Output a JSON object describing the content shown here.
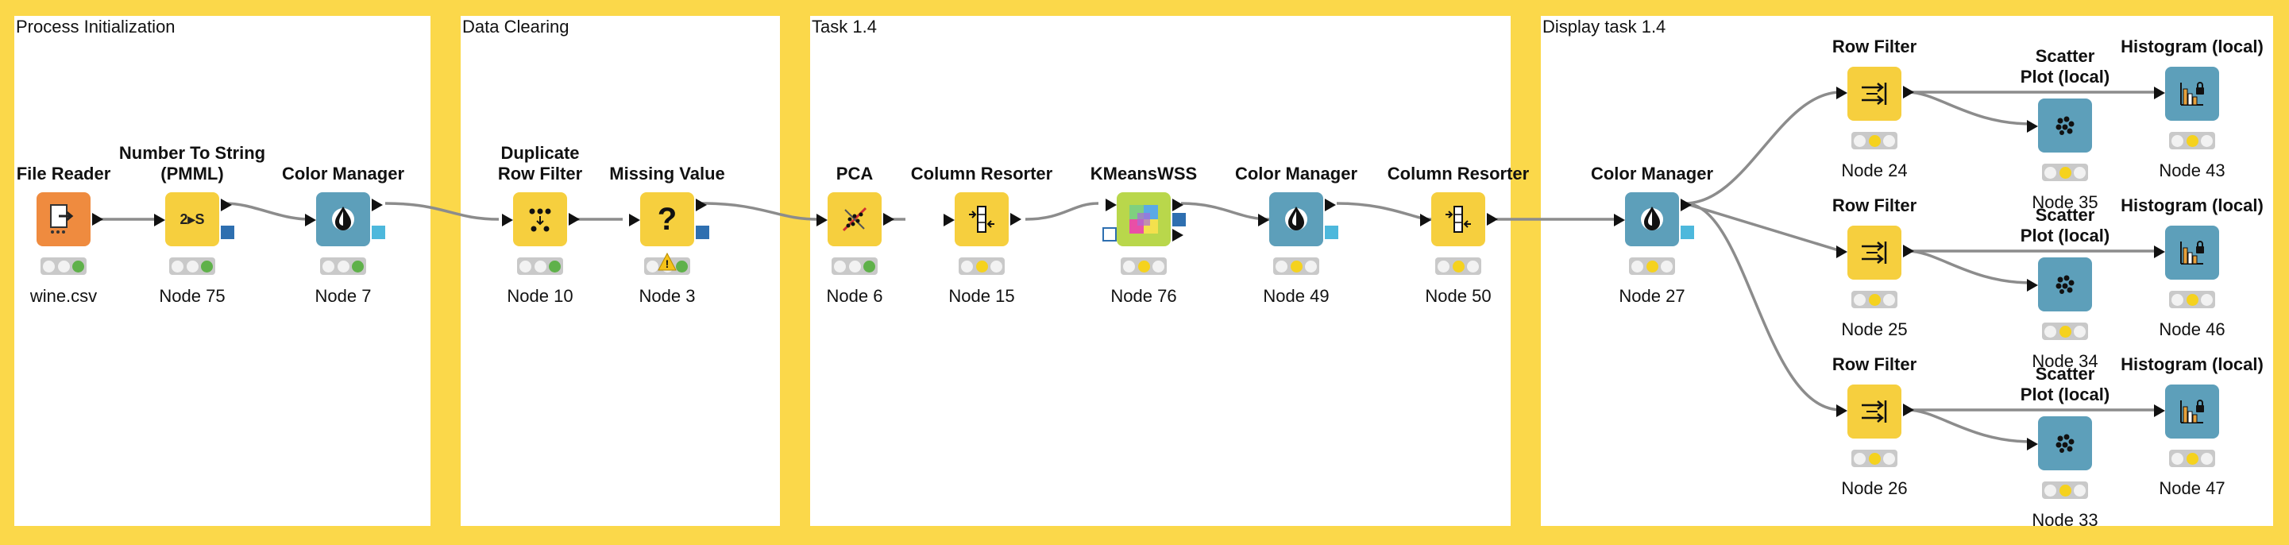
{
  "workflow": {
    "annotations": [
      {
        "id": "a1",
        "title": "Process Initialization"
      },
      {
        "id": "a2",
        "title": "Data Clearing"
      },
      {
        "id": "a3",
        "title": "Task 1.4"
      },
      {
        "id": "a4",
        "title": "Display task 1.4"
      }
    ],
    "nodes": [
      {
        "id": "n_filereader",
        "title": "File Reader",
        "label": "wine.csv",
        "status": "green",
        "type": "source",
        "color": "#ef8b3f"
      },
      {
        "id": "n75",
        "title": "Number To String (PMML)",
        "label": "Node 75",
        "status": "green",
        "type": "manipulator",
        "color": "#f6cf3e"
      },
      {
        "id": "n7",
        "title": "Color Manager",
        "label": "Node 7",
        "status": "green",
        "type": "visualizer",
        "color": "#5d9fba"
      },
      {
        "id": "n10",
        "title": "Duplicate Row Filter",
        "label": "Node 10",
        "status": "green",
        "type": "manipulator",
        "color": "#f6cf3e"
      },
      {
        "id": "n3",
        "title": "Missing Value",
        "label": "Node 3",
        "status": "green",
        "type": "manipulator",
        "color": "#f6cf3e",
        "warning": true
      },
      {
        "id": "n6",
        "title": "PCA",
        "label": "Node 6",
        "status": "green",
        "type": "manipulator",
        "color": "#f6cf3e"
      },
      {
        "id": "n15",
        "title": "Column Resorter",
        "label": "Node 15",
        "status": "yellow",
        "type": "manipulator",
        "color": "#f6cf3e"
      },
      {
        "id": "n76",
        "title": "KMeansWSS",
        "label": "Node 76",
        "status": "yellow",
        "type": "learner",
        "color": "#b9d74b"
      },
      {
        "id": "n49",
        "title": "Color Manager",
        "label": "Node 49",
        "status": "yellow",
        "type": "visualizer",
        "color": "#5d9fba"
      },
      {
        "id": "n50",
        "title": "Column Resorter",
        "label": "Node 50",
        "status": "yellow",
        "type": "manipulator",
        "color": "#f6cf3e"
      },
      {
        "id": "n27",
        "title": "Color Manager",
        "label": "Node 27",
        "status": "yellow",
        "type": "visualizer",
        "color": "#5d9fba"
      },
      {
        "id": "n24",
        "title": "Row Filter",
        "label": "Node 24",
        "status": "yellow",
        "type": "manipulator",
        "color": "#f6cf3e"
      },
      {
        "id": "n25",
        "title": "Row Filter",
        "label": "Node 25",
        "status": "yellow",
        "type": "manipulator",
        "color": "#f6cf3e"
      },
      {
        "id": "n26",
        "title": "Row Filter",
        "label": "Node 26",
        "status": "yellow",
        "type": "manipulator",
        "color": "#f6cf3e"
      },
      {
        "id": "n35",
        "title": "Scatter Plot (local)",
        "label": "Node 35",
        "status": "yellow",
        "type": "visualizer",
        "color": "#5d9fba"
      },
      {
        "id": "n34",
        "title": "Scatter Plot (local)",
        "label": "Node 34",
        "status": "yellow",
        "type": "visualizer",
        "color": "#5d9fba"
      },
      {
        "id": "n33",
        "title": "Scatter Plot (local)",
        "label": "Node 33",
        "status": "yellow",
        "type": "visualizer",
        "color": "#5d9fba"
      },
      {
        "id": "n43",
        "title": "Histogram (local)",
        "label": "Node 43",
        "status": "yellow",
        "type": "visualizer",
        "color": "#5d9fba"
      },
      {
        "id": "n46",
        "title": "Histogram (local)",
        "label": "Node 46",
        "status": "yellow",
        "type": "visualizer",
        "color": "#5d9fba"
      },
      {
        "id": "n47",
        "title": "Histogram (local)",
        "label": "Node 47",
        "status": "yellow",
        "type": "visualizer",
        "color": "#5d9fba"
      }
    ]
  },
  "colors": {
    "background": "#fbd84a",
    "annotation": "#ffffff",
    "connection": "#8c8c8c",
    "status_green": "#5fb14a",
    "status_yellow": "#f5d21e"
  },
  "icons": {
    "n_filereader": "file-reader-icon",
    "n75": "number-to-string-icon",
    "n7": "color-manager-icon",
    "n10": "duplicate-row-filter-icon",
    "n3": "missing-value-icon",
    "n6": "pca-icon",
    "n15": "column-resorter-icon",
    "n76": "kmeans-icon",
    "n49": "color-manager-icon",
    "n50": "column-resorter-icon",
    "n27": "color-manager-icon",
    "n24": "row-filter-icon",
    "n25": "row-filter-icon",
    "n26": "row-filter-icon",
    "n35": "scatter-plot-icon",
    "n34": "scatter-plot-icon",
    "n33": "scatter-plot-icon",
    "n43": "histogram-icon",
    "n46": "histogram-icon",
    "n47": "histogram-icon"
  }
}
